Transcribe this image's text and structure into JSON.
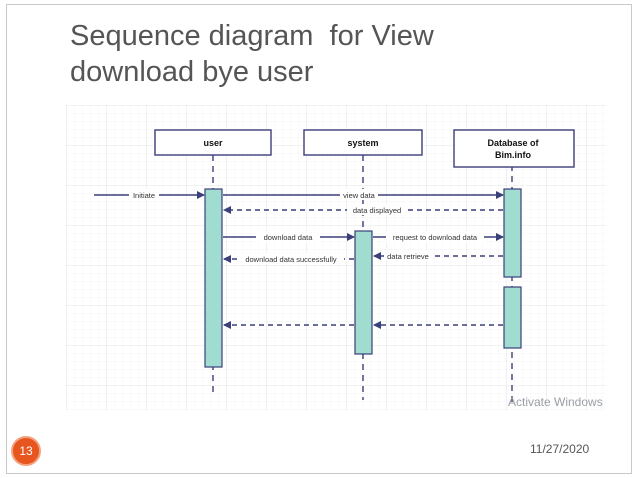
{
  "slide": {
    "title_line1": "Sequence diagram  for View",
    "title_line2": "download bye user",
    "number": "13",
    "date": "11/27/2020",
    "watermark": "Activate Windows",
    "accent_color": "#e8561f"
  },
  "diagram": {
    "lifelines": [
      {
        "id": "user",
        "label_lines": [
          "user"
        ]
      },
      {
        "id": "system",
        "label_lines": [
          "system"
        ]
      },
      {
        "id": "db",
        "label_lines": [
          "Database of",
          "Bim.info"
        ]
      }
    ],
    "messages": [
      {
        "label": "Initiate"
      },
      {
        "label": "view data"
      },
      {
        "label": "data displayed"
      },
      {
        "label": "download data"
      },
      {
        "label": "request to download data"
      },
      {
        "label": "download  data successfully"
      },
      {
        "label": "data retrieve"
      }
    ],
    "colors": {
      "activation_fill": "#a0ddd0",
      "activation_stroke": "#3b3f7a",
      "arrow": "#3b3f7a",
      "grid": "#e6e6e6"
    }
  }
}
